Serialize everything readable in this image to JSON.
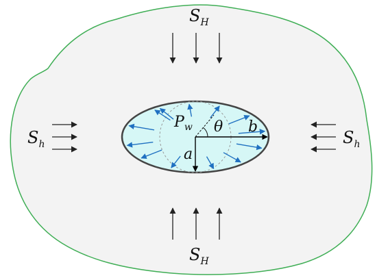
{
  "labels": {
    "top_stress": {
      "main": "S",
      "sub": "H"
    },
    "bottom_stress": {
      "main": "S",
      "sub": "H"
    },
    "left_stress": {
      "main": "S",
      "sub": "h"
    },
    "right_stress": {
      "main": "S",
      "sub": "h"
    },
    "pressure": {
      "main": "P",
      "sub": "w"
    },
    "angle": "θ",
    "semi_axis_a": "a",
    "semi_axis_b": "b"
  },
  "colors": {
    "background": "#ffffff",
    "rock_fill": "#f3f3f3",
    "rock_outline": "#3fae55",
    "hole_fill": "#d6f7f6",
    "hole_outline": "#444444",
    "pressure_arrow": "#1f70c1",
    "stress_arrow": "#222222",
    "guide_circle": "#999999"
  }
}
